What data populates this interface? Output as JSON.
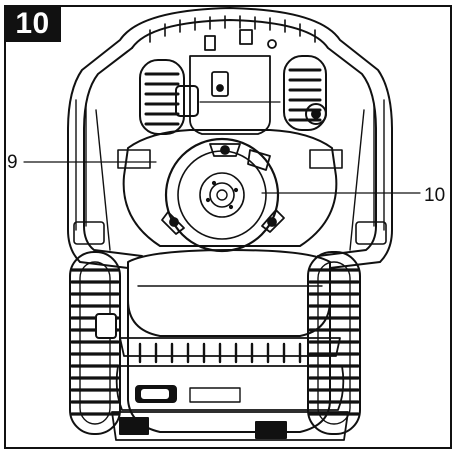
{
  "figure": {
    "step_number": "10",
    "callouts": [
      {
        "id": "9",
        "text": "9"
      },
      {
        "id": "10",
        "text": "10"
      }
    ]
  },
  "colors": {
    "ink": "#111111",
    "paper": "#ffffff",
    "badge_bg": "#111111",
    "badge_text": "#ffffff"
  },
  "icons": [
    "robotic-mower-underside-illustration",
    "blade-disc-icon",
    "blade-screw-icon",
    "wheel-icon"
  ]
}
